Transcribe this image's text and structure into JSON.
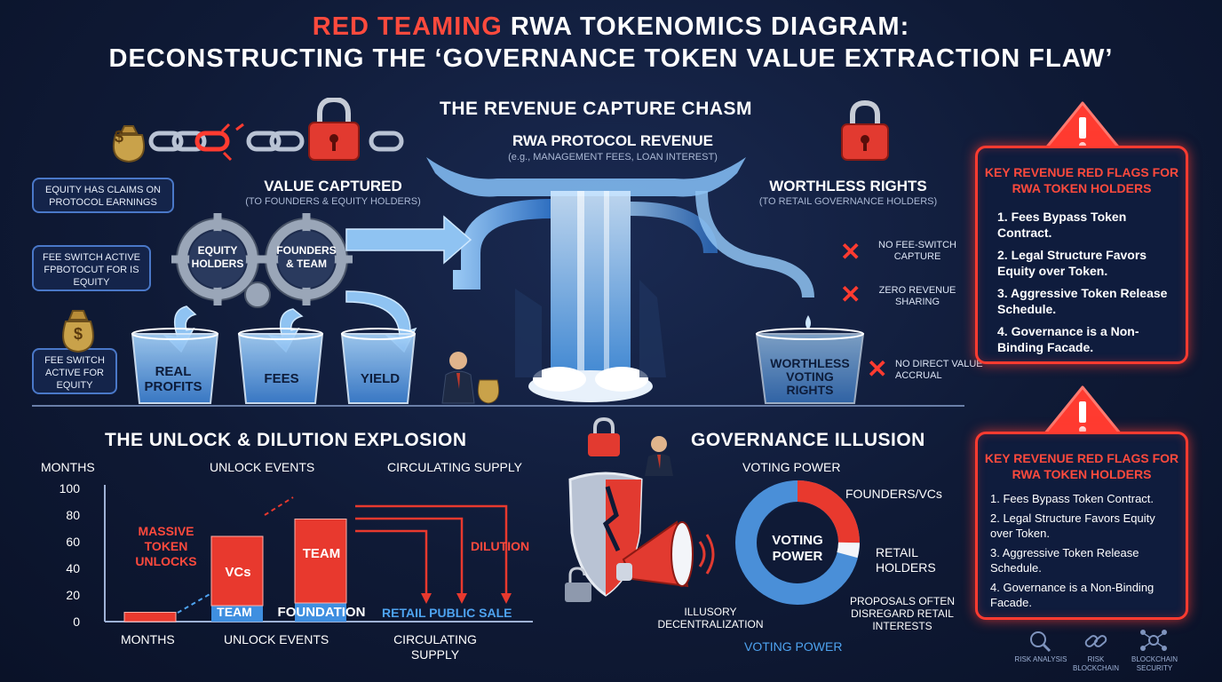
{
  "title": {
    "line1_red": "RED TEAMING",
    "line1_rest": "RWA TOKENOMICS DIAGRAM:",
    "line2": "DECONSTRUCTING THE ‘GOVERNANCE TOKEN VALUE EXTRACTION FLAW’"
  },
  "revenue": {
    "heading": "THE REVENUE CAPTURE CHASM",
    "source_label": "RWA PROTOCOL REVENUE",
    "source_sub": "(e.g., MANAGEMENT FEES, LOAN INTEREST)",
    "captured_label": "VALUE CAPTURED",
    "captured_sub": "(TO FOUNDERS & EQUITY HOLDERS)",
    "worthless_label": "WORTHLESS RIGHTS",
    "worthless_sub": "(TO RETAIL GOVERNANCE HOLDERS)",
    "bubbles": [
      "EQUITY HAS CLAIMS ON PROTOCOL EARNINGS",
      "FEE SWITCH ACTIVE FPBOTOCUT FOR IS EQUITY",
      "FEE SWITCH ACTIVE FOR EQUITY"
    ],
    "gears": [
      "EQUITY HOLDERS",
      "FOUNDERS & TEAM"
    ],
    "buckets": [
      "REAL PROFITS",
      "FEES",
      "YIELD"
    ],
    "retail_bucket": "WORTHLESS VOTING RIGHTS",
    "x_items": [
      "NO FEE-SWITCH CAPTURE",
      "ZERO REVENUE SHARING",
      "NO DIRECT VALUE ACCRUAL"
    ],
    "money_symbol": "$"
  },
  "flags1": {
    "title": "KEY REVENUE RED FLAGS FOR RWA TOKEN HOLDERS",
    "items": [
      "1. Fees Bypass Token Contract.",
      "2. Legal Structure Favors Equity over Token.",
      "3. Aggressive Token Release Schedule.",
      "4. Governance is a Non-Binding Facade."
    ]
  },
  "flags2": {
    "title": "KEY REVENUE RED FLAGS FOR RWA TOKEN HOLDERS",
    "items": [
      "1. Fees Bypass Token Contract.",
      "2. Legal Structure Favors Equity over Token.",
      "3. Aggressive Token Release Schedule.",
      "4. Governance is a Non-Binding Facade."
    ]
  },
  "unlock": {
    "heading": "THE UNLOCK & DILUTION EXPLOSION",
    "top_labels": [
      "MONTHS",
      "UNLOCK EVENTS",
      "CIRCULATING SUPPLY"
    ],
    "bottom_labels": [
      "MONTHS",
      "UNLOCK EVENTS",
      "CIRCULATING SUPPLY"
    ],
    "massive": "MASSIVE TOKEN UNLOCKS",
    "dilution": "DILUTION",
    "retail_sale": "RETAIL PUBLIC SALE"
  },
  "governance": {
    "heading": "GOVERNANCE ILLUSION",
    "top_label": "VOTING POWER",
    "center": "VOTING POWER",
    "founders": "FOUNDERS/VCs",
    "retail": "RETAIL HOLDERS",
    "illusory": "ILLUSORY DECENTRALIZATION",
    "proposals": "PROPOSALS OFTEN DISREGARD RETAIL INTERESTS",
    "bottom_label": "VOTING POWER"
  },
  "footer_icons": [
    "RISK ANALYSIS",
    "RISK BLOCKCHAIN",
    "BLOCKCHAIN SECURITY"
  ],
  "chart_data": {
    "type": "bar",
    "categories": [
      "MONTHS",
      "UNLOCK EVENTS",
      "FOUNDATION"
    ],
    "series": [
      {
        "name": "TEAM",
        "values": [
          0,
          12,
          14
        ]
      },
      {
        "name": "VCs",
        "values": [
          7,
          52,
          0
        ]
      },
      {
        "name": "TEAM",
        "values": [
          0,
          0,
          63
        ]
      }
    ],
    "bar_labels": [
      "VCs",
      "TEAM",
      "TEAM",
      "FOUNDATION"
    ],
    "yticks": [
      0,
      20,
      40,
      60,
      80,
      100
    ],
    "ylim": [
      0,
      100
    ],
    "ylabel": "MONTHS"
  },
  "colors": {
    "accent_red": "#ff3b30",
    "accent_blue": "#3f8fe0",
    "bg": "#0f1a36"
  }
}
